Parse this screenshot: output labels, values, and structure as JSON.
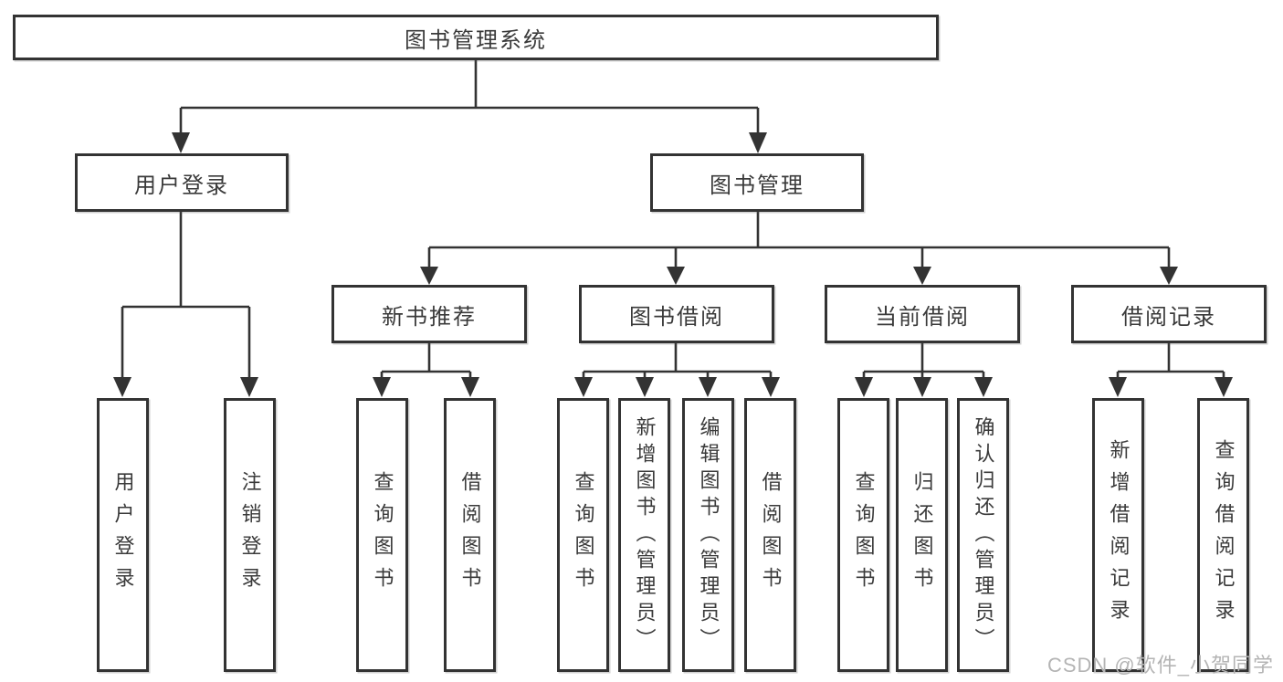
{
  "diagram": {
    "root": {
      "label": "图书管理系统"
    },
    "branches": [
      {
        "label": "用户登录",
        "children": [
          {
            "label": "用户登录"
          },
          {
            "label": "注销登录"
          }
        ]
      },
      {
        "label": "图书管理",
        "children": [
          {
            "label": "新书推荐",
            "children": [
              {
                "label": "查询图书"
              },
              {
                "label": "借阅图书"
              }
            ]
          },
          {
            "label": "图书借阅",
            "children": [
              {
                "label": "查询图书"
              },
              {
                "label": "新增图书（管理员）"
              },
              {
                "label": "编辑图书（管理员）"
              },
              {
                "label": "借阅图书"
              }
            ]
          },
          {
            "label": "当前借阅",
            "children": [
              {
                "label": "查询图书"
              },
              {
                "label": "归还图书"
              },
              {
                "label": "确认归还（管理员）"
              }
            ]
          },
          {
            "label": "借阅记录",
            "children": [
              {
                "label": "新增借阅记录"
              },
              {
                "label": "查询借阅记录"
              }
            ]
          }
        ]
      }
    ]
  },
  "watermark": {
    "text": "CSDN @软件_小贺同学",
    "color": "#b4b4b4"
  },
  "colors": {
    "background": "#ffffff",
    "box_fill": "#ffffff",
    "line": "#333333",
    "text": "#3a3a3a"
  }
}
